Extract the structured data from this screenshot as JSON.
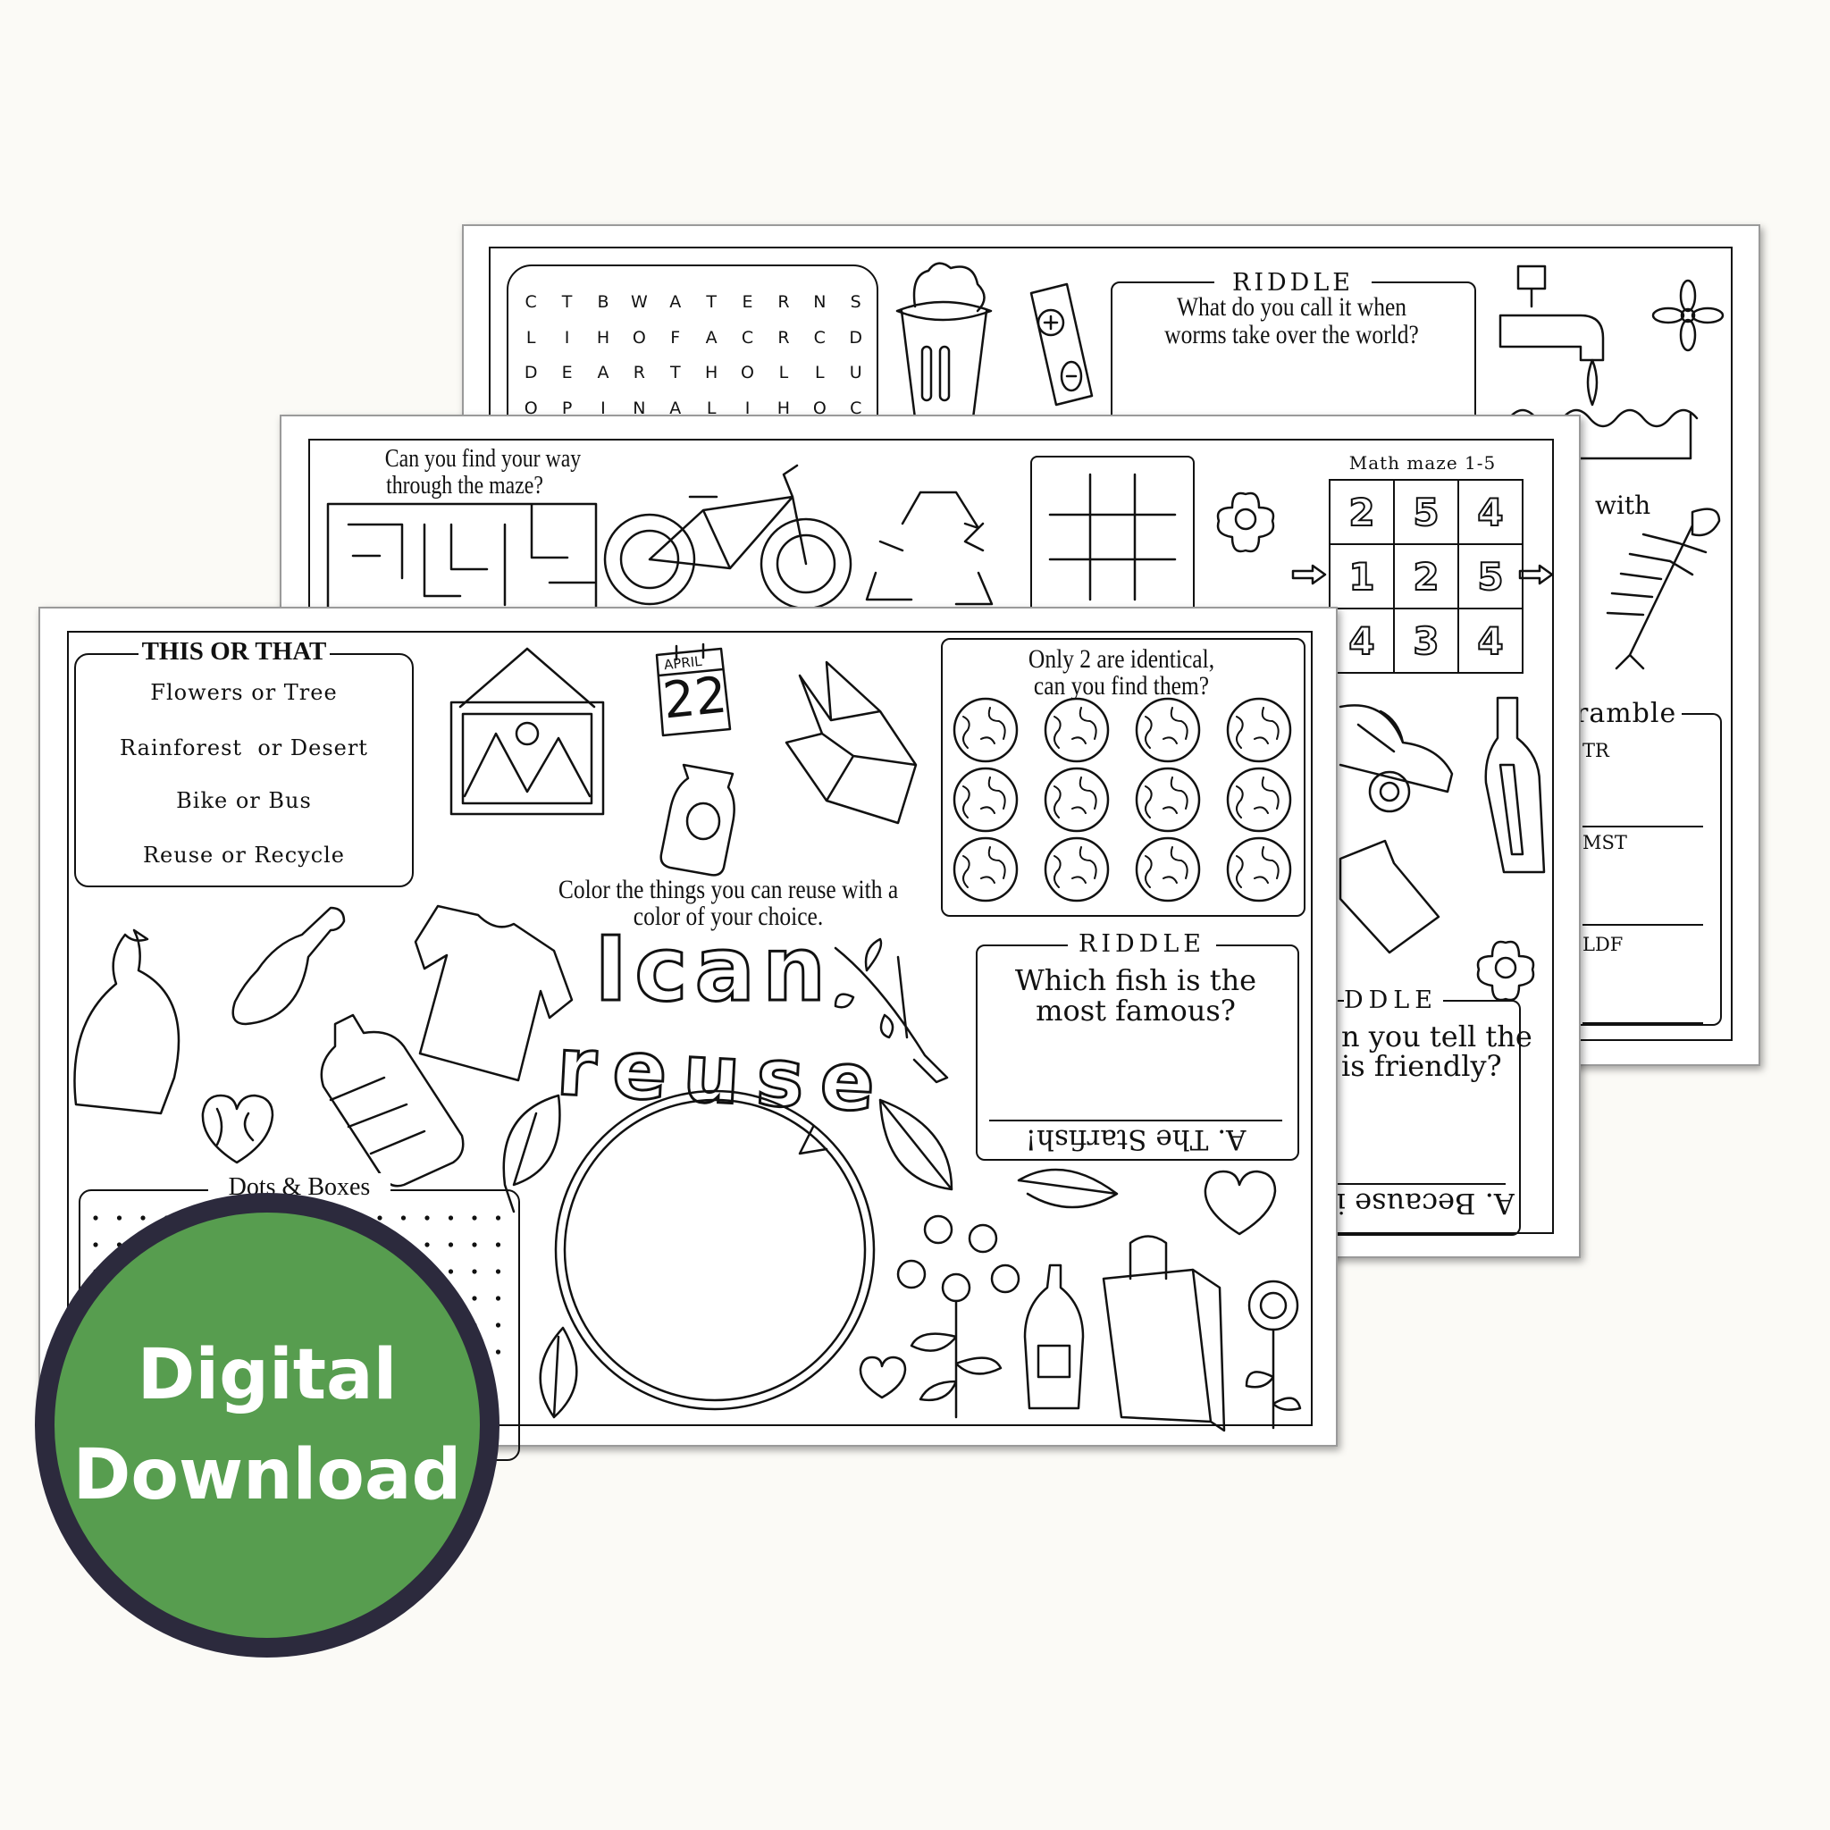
{
  "back_sheet": {
    "word_search": {
      "rows": [
        [
          "C",
          "T",
          "B",
          "W",
          "A",
          "T",
          "E",
          "R",
          "N",
          "S"
        ],
        [
          "L",
          "I",
          "H",
          "O",
          "F",
          "A",
          "C",
          "R",
          "C",
          "D"
        ],
        [
          "D",
          "E",
          "A",
          "R",
          "T",
          "H",
          "O",
          "L",
          "L",
          "U"
        ],
        [
          "O",
          "P",
          "I",
          "N",
          "A",
          "L",
          "I",
          "H",
          "O",
          "C"
        ]
      ]
    },
    "riddle": {
      "title": "RIDDLE",
      "question_line1": "What do you call it when",
      "question_line2": "worms take over the world?"
    },
    "partial_with": "with",
    "scramble": {
      "title": "ramble",
      "words": [
        "TR",
        "MST",
        "LDF"
      ]
    }
  },
  "middle_sheet": {
    "maze_prompt_line1": "Can you find your way",
    "maze_prompt_line2": "through the maze?",
    "math_maze": {
      "title": "Math maze 1-5",
      "grid": [
        [
          "2",
          "5",
          "4"
        ],
        [
          "1",
          "2",
          "5"
        ],
        [
          "4",
          "3",
          "4"
        ]
      ]
    },
    "riddle": {
      "title_fragment": "DDLE",
      "question_line1": "n you tell the",
      "question_line2": "is friendly?",
      "answer_fragment": "A. Because it"
    }
  },
  "front_sheet": {
    "this_or_that": {
      "title": "THIS OR THAT",
      "items": [
        "Flowers or Tree",
        "Rainforest  or Desert",
        "Bike or Bus",
        "Reuse or Recycle"
      ]
    },
    "calendar": {
      "month": "APRIL",
      "day": "22"
    },
    "identical": {
      "line1": "Only 2 are identical,",
      "line2": "can you find them?"
    },
    "color_prompt_line1": "Color the things you can reuse with a",
    "color_prompt_line2": "color of your choice.",
    "headline_top": "Ican",
    "headline_bottom": "reuse",
    "riddle": {
      "title": "RIDDLE",
      "question_line1": "Which fish is the",
      "question_line2": "most famous?",
      "answer": "A. The Starfish!"
    },
    "dots_boxes_title": "Dots & Boxes"
  },
  "badge": {
    "line1": "Digital",
    "line2": "Download",
    "fill_color": "#579d4f",
    "ring_color": "#2c2a3d"
  },
  "colors": {
    "background": "#fbfaf6"
  }
}
